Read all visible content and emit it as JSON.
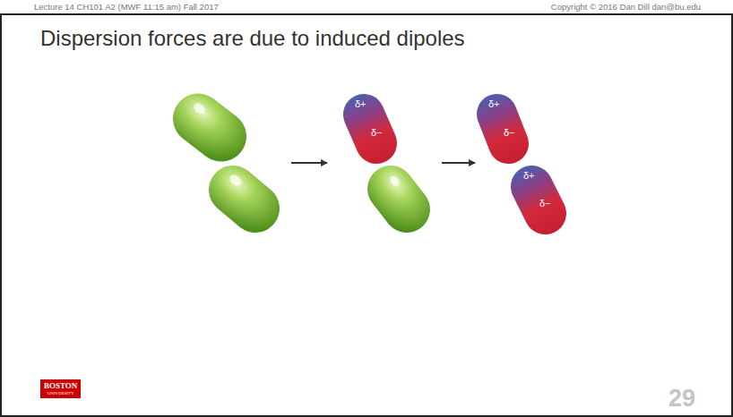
{
  "diagram": {
    "title": "Dispersion forces are due to induced dipoles",
    "nodes": [
      {
        "text": [
          "δ+",
          "δ−"
        ]
      },
      {
        "text": [
          "δ+",
          "δ−"
        ]
      },
      {
        "text": [
          "δ+",
          "δ−"
        ]
      }
    ],
    "labels": [
      "Lecture 14 CH101 A2 (MWF 11:15 am) Fall 2017",
      "Copyright © 2016 Dan Dill dan@bu.edu",
      "BOSTON",
      "UNIVERSITY",
      "29"
    ]
  }
}
